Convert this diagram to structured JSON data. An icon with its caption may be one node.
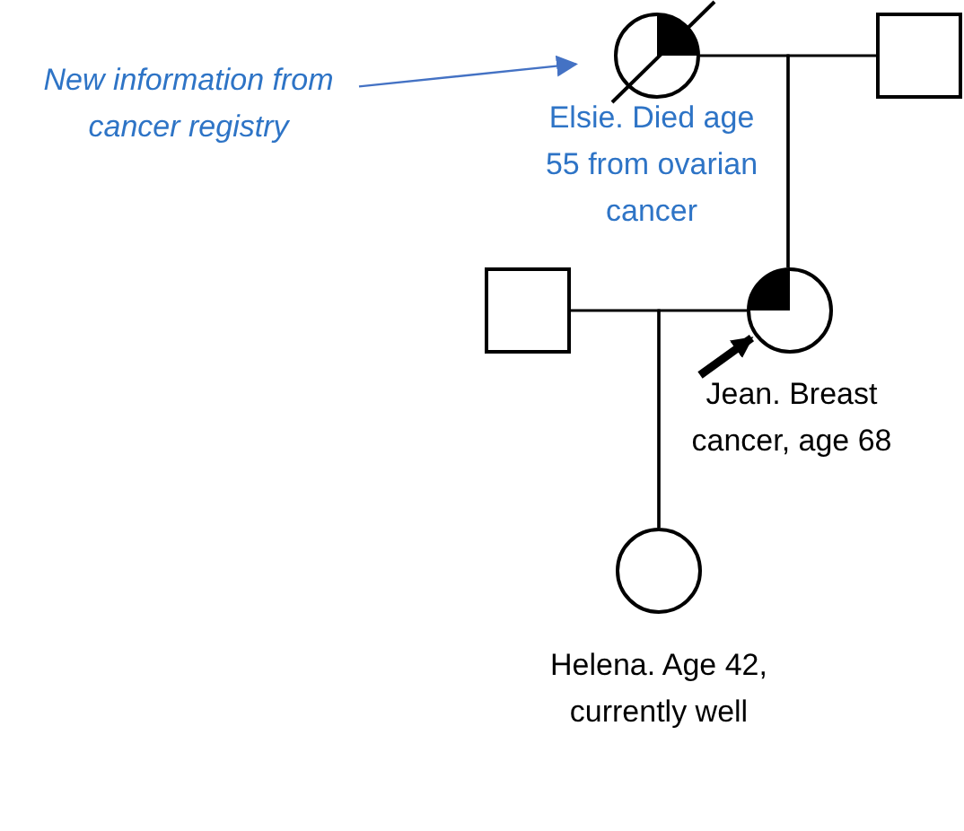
{
  "diagram": {
    "nodes": [
      {
        "text": [
          "New information from cancer registry"
        ]
      },
      {
        "text": [
          "Elsie. Died age 55 from ovarian cancer"
        ]
      },
      {
        "text": [],
        "shape": "box"
      },
      {
        "text": [],
        "shape": "box"
      },
      {
        "text": [
          "Jean. Breast cancer, age 68"
        ]
      },
      {
        "text": [
          "Helena. Age 42, currently well"
        ]
      }
    ],
    "edges": [
      {
        "from": 0,
        "to": 1,
        "arrow": "to",
        "color": "#4472c4"
      },
      {
        "from": 1,
        "to": 4,
        "arrow": "none"
      },
      {
        "from": 2,
        "to": 4,
        "arrow": "none"
      },
      {
        "from": null,
        "to": 4,
        "arrow": "to",
        "style": "thick"
      },
      {
        "from": 3,
        "to": 5,
        "arrow": "none"
      },
      {
        "from": 4,
        "to": 5,
        "arrow": "none"
      }
    ]
  }
}
